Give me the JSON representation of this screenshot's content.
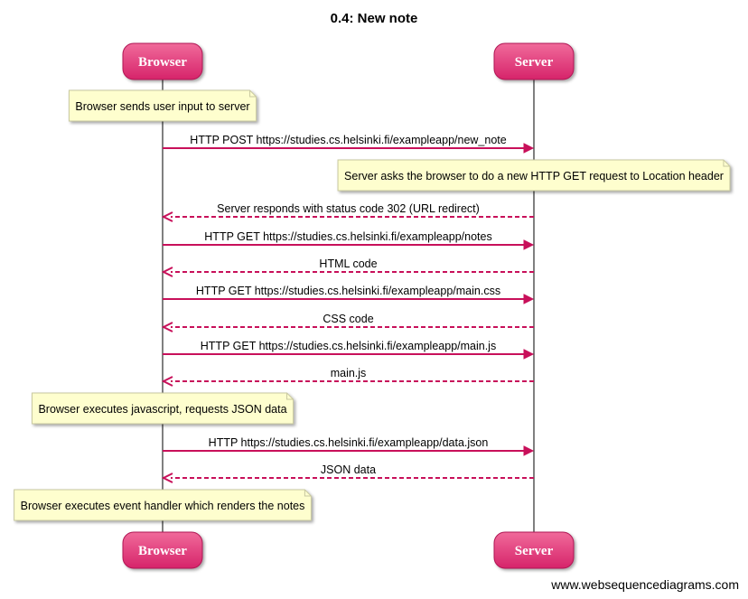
{
  "title": "0.4: New note",
  "footer": "www.websequencediagrams.com",
  "colors": {
    "actor_fill_top": "#f06a9a",
    "actor_fill_bottom": "#d6246a",
    "arrow": "#c8105a",
    "note_fill": "#fefece",
    "note_border": "#c8c8a0",
    "lifeline": "#000000"
  },
  "actors": [
    {
      "id": "browser",
      "label": "Browser"
    },
    {
      "id": "server",
      "label": "Server"
    }
  ],
  "steps": [
    {
      "kind": "note",
      "over": "browser",
      "text": "Browser sends user input to server"
    },
    {
      "kind": "msg",
      "from": "browser",
      "to": "server",
      "dashed": false,
      "label": "HTTP POST https://studies.cs.helsinki.fi/exampleapp/new_note"
    },
    {
      "kind": "note",
      "over": "server",
      "text": "Server asks the browser to do a new HTTP GET request to Location header"
    },
    {
      "kind": "msg",
      "from": "server",
      "to": "browser",
      "dashed": true,
      "label": "Server responds with status code 302 (URL redirect)"
    },
    {
      "kind": "msg",
      "from": "browser",
      "to": "server",
      "dashed": false,
      "label": "HTTP GET https://studies.cs.helsinki.fi/exampleapp/notes"
    },
    {
      "kind": "msg",
      "from": "server",
      "to": "browser",
      "dashed": true,
      "label": "HTML code"
    },
    {
      "kind": "msg",
      "from": "browser",
      "to": "server",
      "dashed": false,
      "label": "HTTP GET https://studies.cs.helsinki.fi/exampleapp/main.css"
    },
    {
      "kind": "msg",
      "from": "server",
      "to": "browser",
      "dashed": true,
      "label": "CSS code"
    },
    {
      "kind": "msg",
      "from": "browser",
      "to": "server",
      "dashed": false,
      "label": "HTTP GET https://studies.cs.helsinki.fi/exampleapp/main.js"
    },
    {
      "kind": "msg",
      "from": "server",
      "to": "browser",
      "dashed": true,
      "label": "main.js"
    },
    {
      "kind": "note",
      "over": "browser",
      "text": "Browser executes javascript, requests JSON data"
    },
    {
      "kind": "msg",
      "from": "browser",
      "to": "server",
      "dashed": false,
      "label": "HTTP https://studies.cs.helsinki.fi/exampleapp/data.json"
    },
    {
      "kind": "msg",
      "from": "server",
      "to": "browser",
      "dashed": true,
      "label": "JSON data"
    },
    {
      "kind": "note",
      "over": "browser",
      "text": "Browser executes event handler which renders the notes"
    }
  ]
}
